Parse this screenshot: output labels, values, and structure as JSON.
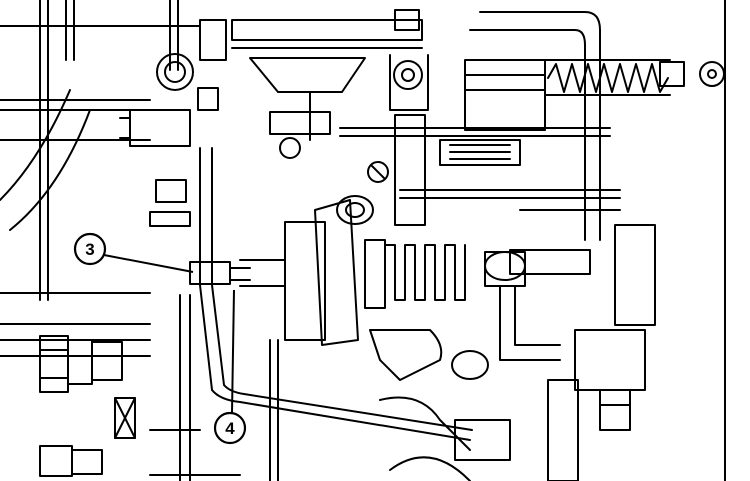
{
  "figure": {
    "background": "#ffffff",
    "ink": "#000000",
    "callouts": [
      {
        "id": "3",
        "label": "3"
      },
      {
        "id": "4",
        "label": "4"
      }
    ]
  }
}
